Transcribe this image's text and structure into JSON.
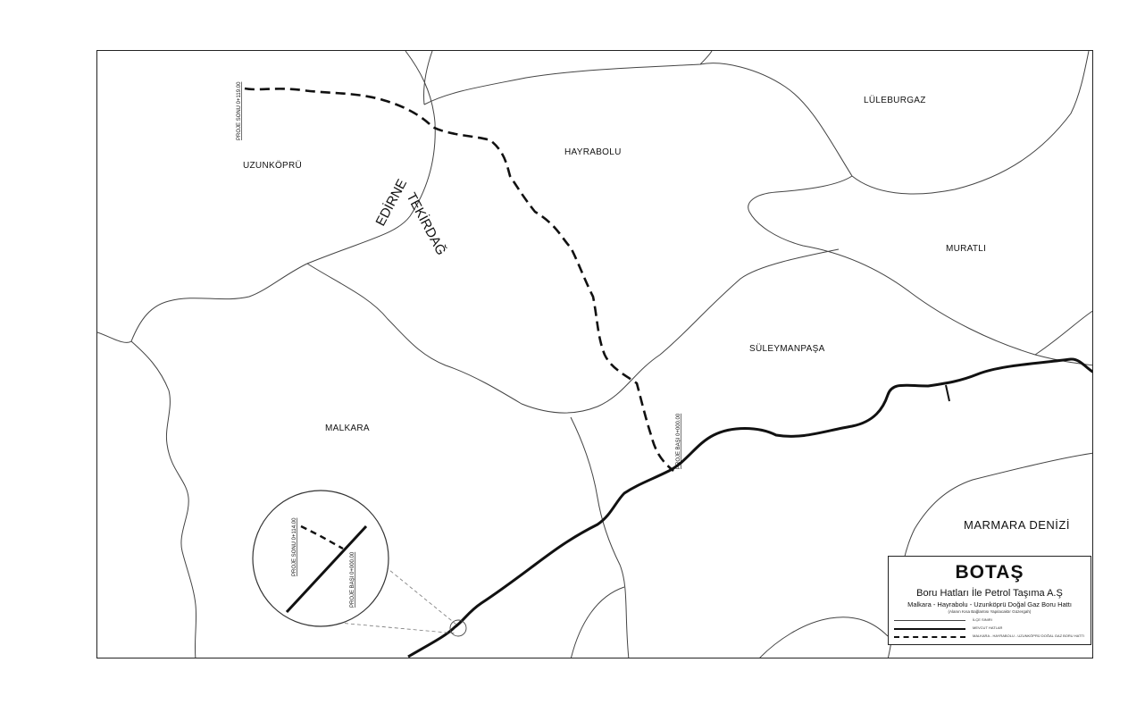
{
  "map": {
    "districts": {
      "uzunkopru": "UZUNKÖPRÜ",
      "hayrabolu": "HAYRABOLU",
      "luleburgaz": "LÜLEBURGAZ",
      "muratli": "MURATLI",
      "suleymanpasa": "SÜLEYMANPAŞA",
      "malkara": "MALKARA"
    },
    "sea": "MARMARA DENİZİ",
    "provinces": {
      "edirne": "EDİRNE",
      "tekirdag": "TEKİRDAĞ"
    },
    "pipeline_labels": {
      "end_north": "PROJE SONU 0+119.00",
      "start_main": "PROJE BAŞI 0+000.00",
      "inset_end": "PROJE SONU 0+114.00",
      "inset_start": "PROJE BAŞI 0+000.00"
    }
  },
  "legend": {
    "brand": "BOTAŞ",
    "company": "Boru Hatları İle Petrol Taşıma A.Ş",
    "project": "Malkara - Hayrabolu - Uzunköprü Doğal Gaz Boru Hattı",
    "subtitle": "(Alanın Kısa Bağlantısı Yapılacaktır Güzergah)",
    "rows": [
      {
        "label": "İLÇE SINIRI"
      },
      {
        "label": "MEVCUT HATLAR"
      },
      {
        "label": "MALKARA - HAYRABOLU - UZUNKÖPRÜ DOĞAL GAZ BORU HATTI"
      }
    ]
  },
  "colors": {
    "ink": "#111111",
    "boundary": "#444444",
    "inset": "#777777"
  }
}
